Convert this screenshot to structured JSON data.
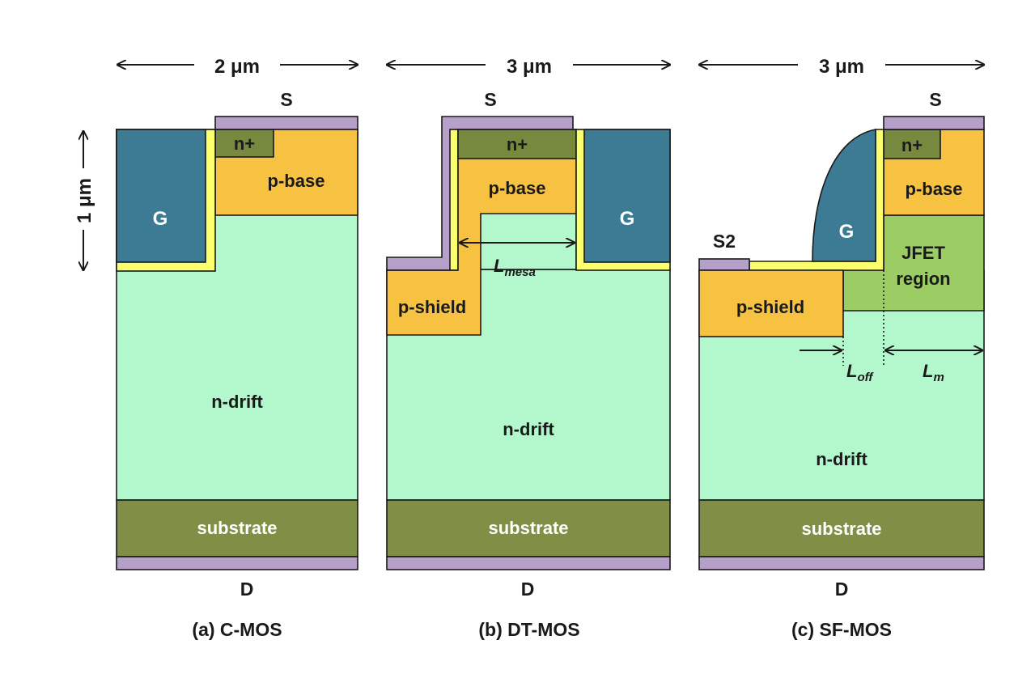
{
  "colors": {
    "n_drift": "#b3f7cc",
    "substrate": "#7f8f45",
    "n_plus": "#76893f",
    "p_region": "#f7c142",
    "gate": "#3d7a93",
    "oxide": "#fbff6e",
    "metal": "#b69fc9",
    "jfet": "#9ccc64",
    "outline": "#1a1a1a"
  },
  "icons": {
    "dimension_arrow": "double-headed-arrow"
  },
  "panels": {
    "a": {
      "caption": "(a) C-MOS",
      "width_label": "2 μm",
      "depth_label": "1 μm",
      "source_label": "S",
      "drain_label": "D",
      "gate_label": "G",
      "n_plus_label": "n+",
      "p_base_label": "p-base",
      "n_drift_label": "n-drift",
      "substrate_label": "substrate"
    },
    "b": {
      "caption": "(b) DT-MOS",
      "width_label": "3 μm",
      "source_label": "S",
      "drain_label": "D",
      "gate_label": "G",
      "n_plus_label": "n+",
      "p_base_label": "p-base",
      "p_shield_label": "p-shield",
      "n_drift_label": "n-drift",
      "substrate_label": "substrate",
      "mesa_label": "L",
      "mesa_sub": "mesa"
    },
    "c": {
      "caption": "(c) SF-MOS",
      "width_label": "3 μm",
      "source_label": "S",
      "source2_label": "S2",
      "drain_label": "D",
      "gate_label": "G",
      "n_plus_label": "n+",
      "p_base_label": "p-base",
      "jfet_label_1": "JFET",
      "jfet_label_2": "region",
      "p_shield_label": "p-shield",
      "n_drift_label": "n-drift",
      "substrate_label": "substrate",
      "loff_label": "L",
      "loff_sub": "off",
      "lm_label": "L",
      "lm_sub": "m"
    }
  }
}
